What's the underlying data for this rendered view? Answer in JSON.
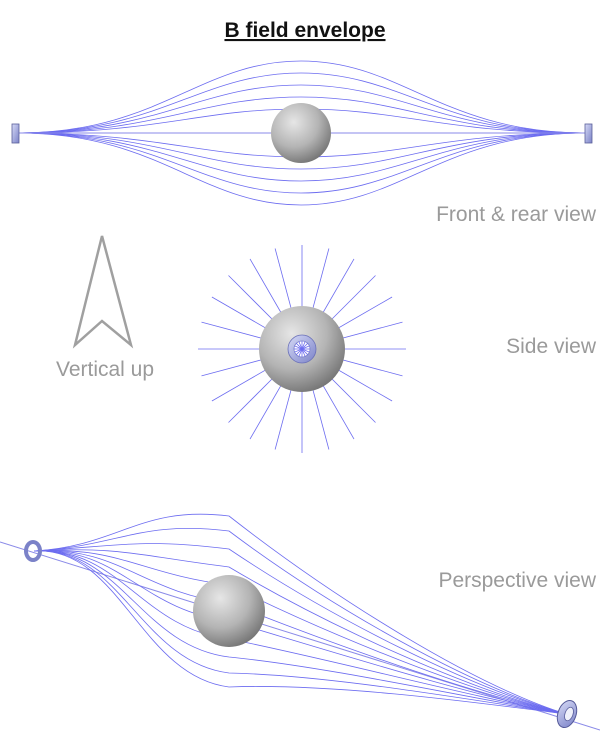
{
  "title": "B field envelope",
  "labels": {
    "front_rear": "Front & rear view",
    "side": "Side view",
    "vertical_up": "Vertical up",
    "perspective": "Perspective view"
  },
  "colors": {
    "field_line": "#6c6cf0",
    "label_gray": "#9a9a9a",
    "sphere_light": "#d8d8d8",
    "sphere_dark": "#7a7a7a",
    "ring": "#a8aee0"
  }
}
